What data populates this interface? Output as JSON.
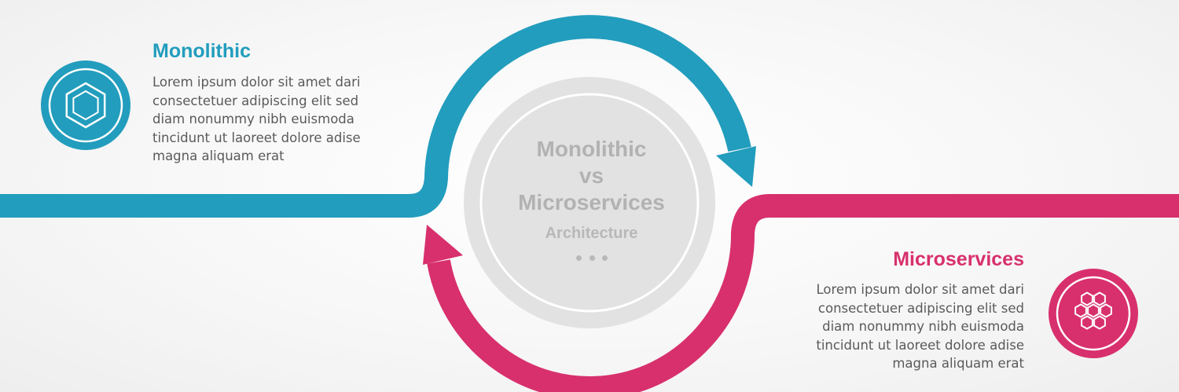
{
  "colors": {
    "monolithic": "#229dbd",
    "microservices": "#d8306c",
    "center_circle": "#e2e2e2",
    "center_text": "#b2b2b2",
    "body_text": "#5a5a5a"
  },
  "monolithic": {
    "title": "Monolithic",
    "icon": "single-hexagon-icon",
    "description_lines": [
      "Lorem ipsum dolor sit amet dari",
      "consectetuer adipiscing elit sed",
      "diam nonummy nibh euismoda",
      "tincidunt ut laoreet dolore adise",
      "magna aliquam erat"
    ]
  },
  "microservices": {
    "title": "Microservices",
    "icon": "hexagon-cluster-icon",
    "description_lines": [
      "Lorem ipsum dolor sit amet dari",
      "consectetuer adipiscing elit sed",
      "diam nonummy nibh euismoda",
      "tincidunt ut laoreet dolore adise",
      "magna aliquam erat"
    ]
  },
  "center": {
    "title_line1": "Monolithic",
    "title_line2": "vs",
    "title_line3": "Microservices",
    "subtitle": "Architecture",
    "dots": 3
  }
}
